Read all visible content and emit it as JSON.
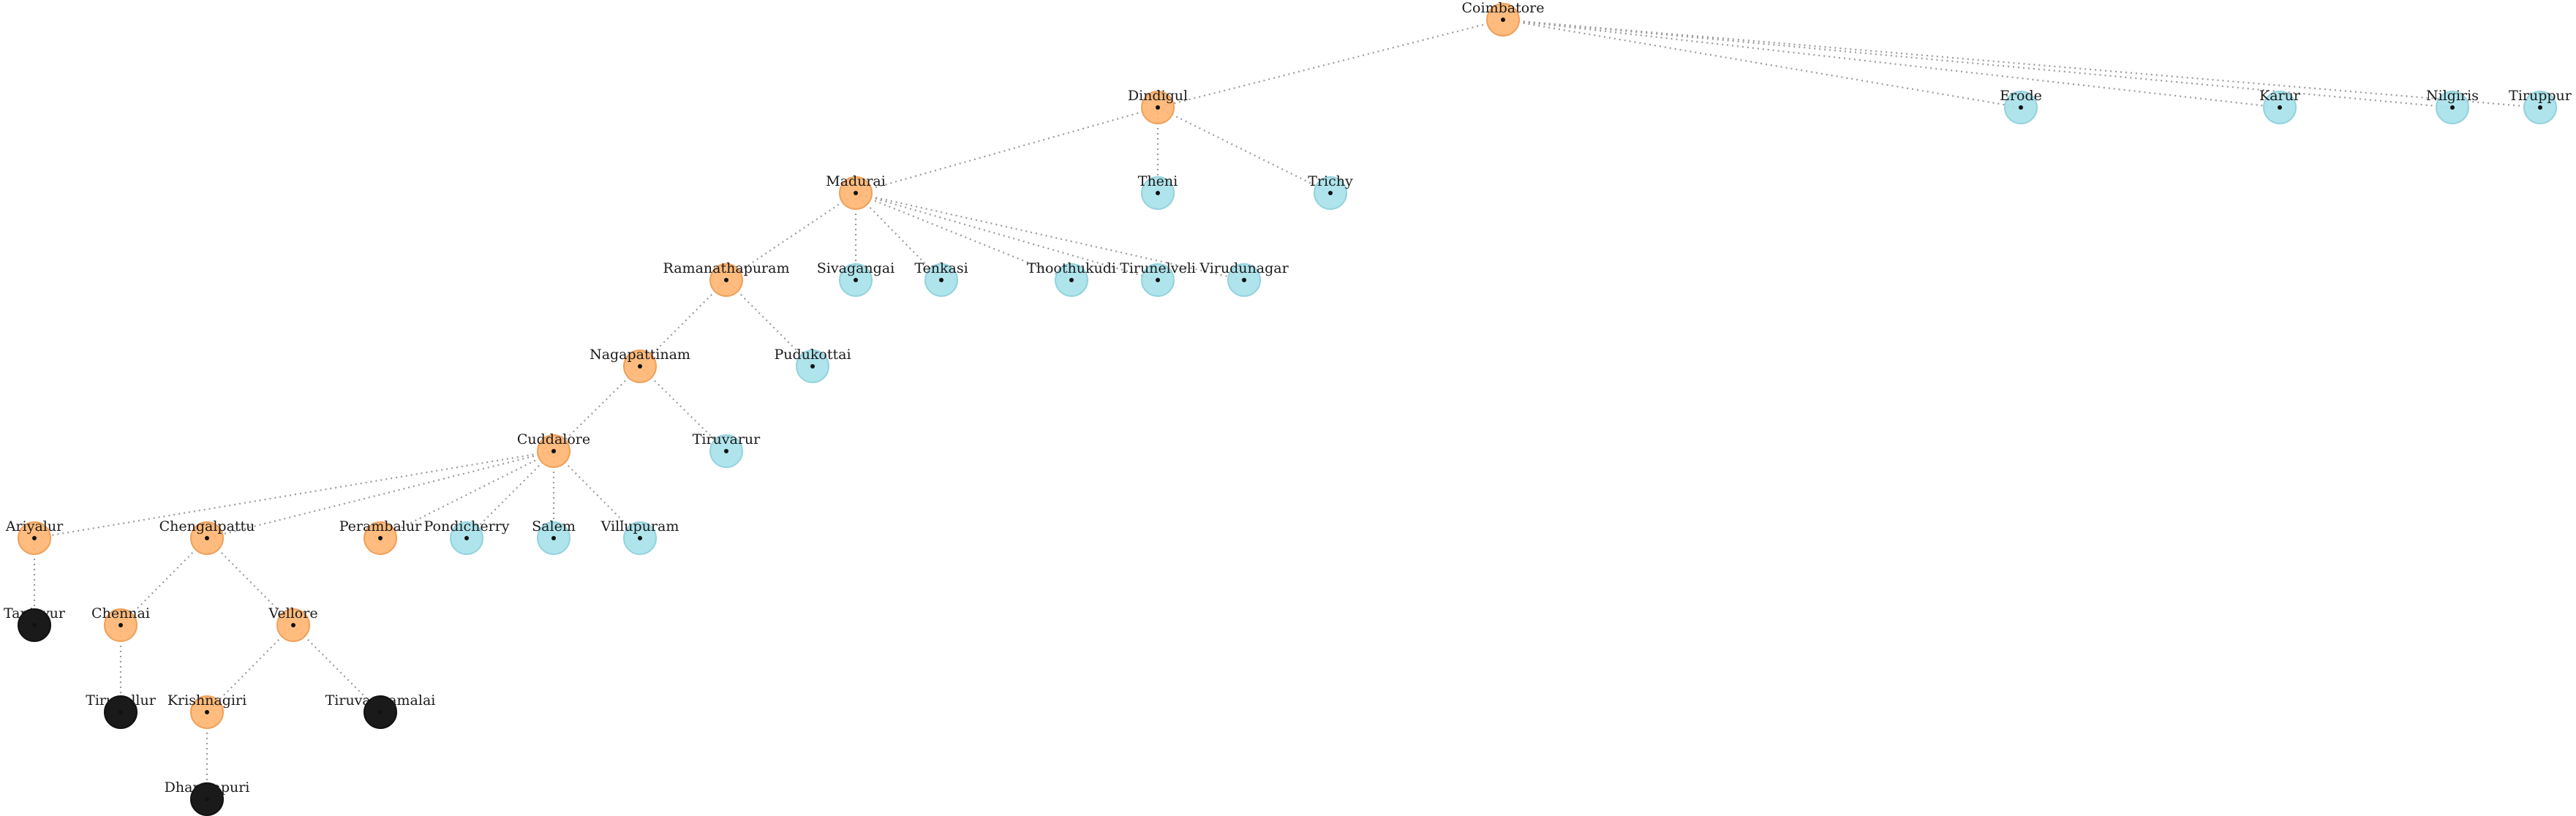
{
  "colors": {
    "expanded": "#ffb570",
    "leaf": "#a6e1ea",
    "collapsed": "#1a1a1a",
    "edge": "#9a9a9a"
  },
  "nodes": [
    {
      "id": "coimbatore",
      "label": "Coimbatore",
      "kind": "expanded"
    },
    {
      "id": "dindigul",
      "label": "Dindigul",
      "kind": "expanded"
    },
    {
      "id": "erode",
      "label": "Erode",
      "kind": "leaf"
    },
    {
      "id": "karur",
      "label": "Karur",
      "kind": "leaf"
    },
    {
      "id": "nilgiris",
      "label": "Nilgiris",
      "kind": "leaf"
    },
    {
      "id": "tiruppur",
      "label": "Tiruppur",
      "kind": "leaf"
    },
    {
      "id": "madurai",
      "label": "Madurai",
      "kind": "expanded"
    },
    {
      "id": "theni",
      "label": "Theni",
      "kind": "leaf"
    },
    {
      "id": "trichy",
      "label": "Trichy",
      "kind": "leaf"
    },
    {
      "id": "ramanathapuram",
      "label": "Ramanathapuram",
      "kind": "expanded"
    },
    {
      "id": "sivagangai",
      "label": "Sivagangai",
      "kind": "leaf"
    },
    {
      "id": "tenkasi",
      "label": "Tenkasi",
      "kind": "leaf"
    },
    {
      "id": "thoothukudi",
      "label": "Thoothukudi",
      "kind": "leaf"
    },
    {
      "id": "tirunelveli",
      "label": "Tirunelveli",
      "kind": "leaf"
    },
    {
      "id": "virudunagar",
      "label": "Virudunagar",
      "kind": "leaf"
    },
    {
      "id": "nagapattinam",
      "label": "Nagapattinam",
      "kind": "expanded"
    },
    {
      "id": "pudukottai",
      "label": "Pudukottai",
      "kind": "leaf"
    },
    {
      "id": "cuddalore",
      "label": "Cuddalore",
      "kind": "expanded"
    },
    {
      "id": "tiruvarur",
      "label": "Tiruvarur",
      "kind": "leaf"
    },
    {
      "id": "ariyalur",
      "label": "Ariyalur",
      "kind": "expanded"
    },
    {
      "id": "chengalpattu",
      "label": "Chengalpattu",
      "kind": "expanded"
    },
    {
      "id": "perambalur",
      "label": "Perambalur",
      "kind": "expanded"
    },
    {
      "id": "pondicherry",
      "label": "Pondicherry",
      "kind": "leaf"
    },
    {
      "id": "salem",
      "label": "Salem",
      "kind": "leaf"
    },
    {
      "id": "villupuram",
      "label": "Villupuram",
      "kind": "leaf"
    },
    {
      "id": "tanjavur",
      "label": "Tanjavur",
      "kind": "collapsed"
    },
    {
      "id": "chennai",
      "label": "Chennai",
      "kind": "expanded"
    },
    {
      "id": "vellore",
      "label": "Vellore",
      "kind": "expanded"
    },
    {
      "id": "tiruvallur",
      "label": "Tiruvallur",
      "kind": "collapsed"
    },
    {
      "id": "krishnagiri",
      "label": "Krishnagiri",
      "kind": "expanded"
    },
    {
      "id": "tiruvannamalai",
      "label": "Tiruvannamalai",
      "kind": "collapsed"
    },
    {
      "id": "dharmapuri",
      "label": "Dharmapuri",
      "kind": "collapsed"
    }
  ],
  "edges": [
    [
      "coimbatore",
      "dindigul"
    ],
    [
      "coimbatore",
      "erode"
    ],
    [
      "coimbatore",
      "karur"
    ],
    [
      "coimbatore",
      "nilgiris"
    ],
    [
      "coimbatore",
      "tiruppur"
    ],
    [
      "dindigul",
      "madurai"
    ],
    [
      "dindigul",
      "theni"
    ],
    [
      "dindigul",
      "trichy"
    ],
    [
      "madurai",
      "ramanathapuram"
    ],
    [
      "madurai",
      "sivagangai"
    ],
    [
      "madurai",
      "tenkasi"
    ],
    [
      "madurai",
      "thoothukudi"
    ],
    [
      "madurai",
      "tirunelveli"
    ],
    [
      "madurai",
      "virudunagar"
    ],
    [
      "ramanathapuram",
      "nagapattinam"
    ],
    [
      "ramanathapuram",
      "pudukottai"
    ],
    [
      "nagapattinam",
      "cuddalore"
    ],
    [
      "nagapattinam",
      "tiruvarur"
    ],
    [
      "cuddalore",
      "ariyalur"
    ],
    [
      "cuddalore",
      "chengalpattu"
    ],
    [
      "cuddalore",
      "perambalur"
    ],
    [
      "cuddalore",
      "pondicherry"
    ],
    [
      "cuddalore",
      "salem"
    ],
    [
      "cuddalore",
      "villupuram"
    ],
    [
      "ariyalur",
      "tanjavur"
    ],
    [
      "chengalpattu",
      "chennai"
    ],
    [
      "chengalpattu",
      "vellore"
    ],
    [
      "chennai",
      "tiruvallur"
    ],
    [
      "vellore",
      "krishnagiri"
    ],
    [
      "vellore",
      "tiruvannamalai"
    ],
    [
      "krishnagiri",
      "dharmapuri"
    ]
  ]
}
